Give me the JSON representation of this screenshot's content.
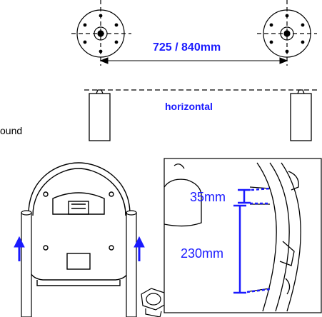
{
  "labels": {
    "spacing": "725 / 840mm",
    "level": "horizontal",
    "fragment": "ound",
    "dim_top": "35mm",
    "dim_main": "230mm"
  },
  "colors": {
    "annotation": "#1a1aff",
    "line": "#000000",
    "background": "#ffffff"
  },
  "icons": [
    "flange-plate",
    "support-post",
    "up-arrow",
    "bolt",
    "screw",
    "washer"
  ]
}
